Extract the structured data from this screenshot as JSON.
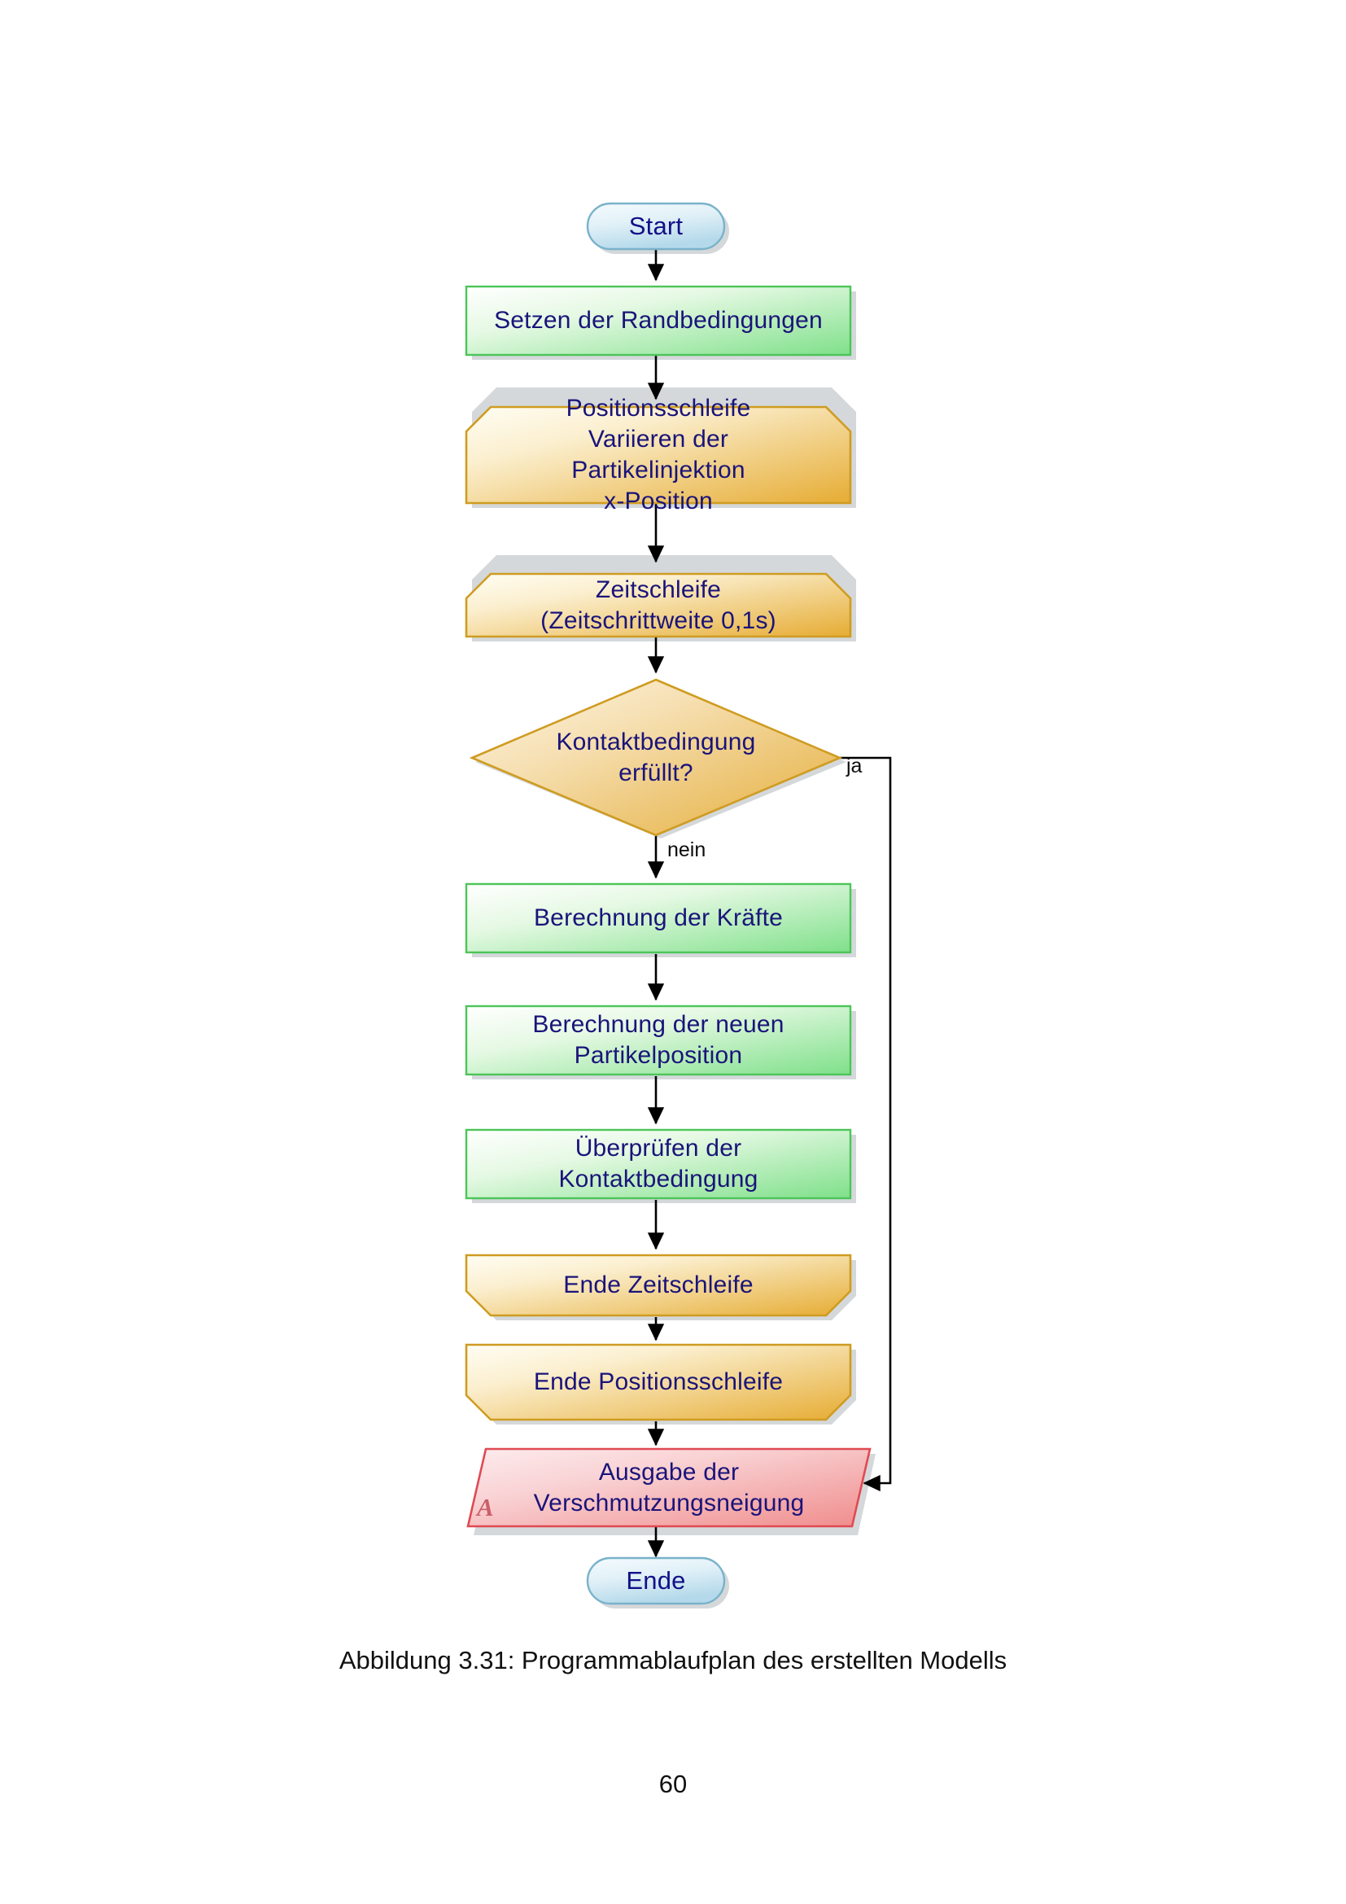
{
  "document": {
    "caption": "Abbildung 3.31: Programmablaufplan des erstellten Modells",
    "page_number": "60"
  },
  "colors": {
    "text_blue": "#1a147a",
    "terminator_fill_light": "#eef7fb",
    "terminator_fill_dark": "#b9dcec",
    "terminator_stroke": "#7fb8cf",
    "process_fill_light": "#fbfff9",
    "process_fill_dark": "#84e48b",
    "process_stroke": "#4cc558",
    "loop_fill_light": "#fdf7e4",
    "loop_fill_dark": "#e8b13c",
    "loop_stroke": "#cf9c22",
    "decision_fill_light": "#fbf0d7",
    "decision_fill_dark": "#e8b13c",
    "decision_stroke": "#cf9c22",
    "io_fill_light": "#fde8ea",
    "io_fill_dark": "#f08a8a",
    "io_stroke": "#e04a52",
    "connector_marker": "#c9606a",
    "line": "#000000",
    "shadow": "#9aa3a8"
  },
  "chart_data": {
    "type": "diagram",
    "title": "Programmablaufplan des erstellten Modells",
    "orientation": "top-to-bottom",
    "nodes": [
      {
        "id": "start",
        "shape": "terminator",
        "label": "Start"
      },
      {
        "id": "rand",
        "shape": "process",
        "label": "Setzen der Randbedingungen"
      },
      {
        "id": "posloop",
        "shape": "loop-start",
        "label": "Positionsschleife\nVariieren der\nPartikelinjektion\nx-Position"
      },
      {
        "id": "timeloop",
        "shape": "loop-start",
        "label": "Zeitschleife\n(Zeitschrittweite 0,1s)"
      },
      {
        "id": "decision",
        "shape": "decision",
        "label": "Kontaktbedingung\nerfüllt?"
      },
      {
        "id": "kraefte",
        "shape": "process",
        "label": "Berechnung der Kräfte"
      },
      {
        "id": "neupos",
        "shape": "process",
        "label": "Berechnung der neuen\nPartikelposition"
      },
      {
        "id": "ueberpr",
        "shape": "process",
        "label": "Überprüfen der\nKontaktbedingung"
      },
      {
        "id": "endetime",
        "shape": "loop-end",
        "label": "Ende Zeitschleife"
      },
      {
        "id": "endepos",
        "shape": "loop-end",
        "label": "Ende Positionsschleife"
      },
      {
        "id": "ausgabe",
        "shape": "io",
        "label": "Ausgabe der\nVerschmutzungsneigung",
        "marker": "A"
      },
      {
        "id": "ende",
        "shape": "terminator",
        "label": "Ende"
      }
    ],
    "edges": [
      {
        "from": "start",
        "to": "rand",
        "label": ""
      },
      {
        "from": "rand",
        "to": "posloop",
        "label": ""
      },
      {
        "from": "posloop",
        "to": "timeloop",
        "label": ""
      },
      {
        "from": "timeloop",
        "to": "decision",
        "label": ""
      },
      {
        "from": "decision",
        "to": "kraefte",
        "label": "nein"
      },
      {
        "from": "decision",
        "to": "ausgabe",
        "label": "ja"
      },
      {
        "from": "kraefte",
        "to": "neupos",
        "label": ""
      },
      {
        "from": "neupos",
        "to": "ueberpr",
        "label": ""
      },
      {
        "from": "ueberpr",
        "to": "endetime",
        "label": ""
      },
      {
        "from": "endetime",
        "to": "endepos",
        "label": ""
      },
      {
        "from": "endepos",
        "to": "ausgabe",
        "label": ""
      },
      {
        "from": "ausgabe",
        "to": "ende",
        "label": ""
      }
    ],
    "edge_labels": {
      "yes": "ja",
      "no": "nein"
    }
  }
}
